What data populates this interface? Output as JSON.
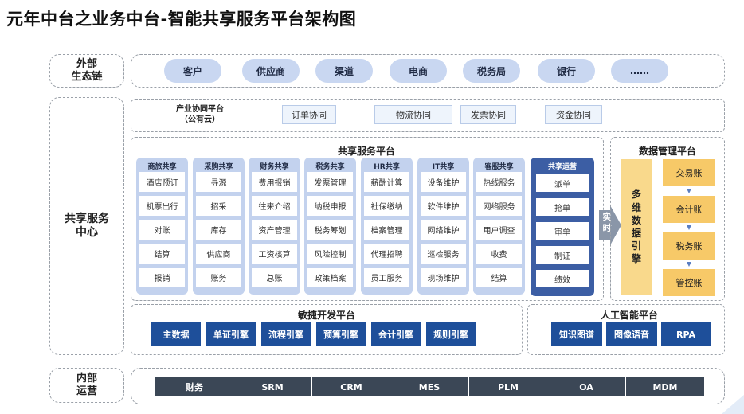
{
  "title": "元年中台之业务中台-智能共享服务平台架构图",
  "ecosystem": {
    "label": "外部\n生态链",
    "items": [
      "客户",
      "供应商",
      "渠道",
      "电商",
      "税务局",
      "银行",
      "……"
    ]
  },
  "center_label": "共享服务\n中心",
  "collab": {
    "label": "产业协同平台\n（公有云）",
    "items": [
      "订单协同",
      "物流协同",
      "发票协同",
      "资金协同"
    ]
  },
  "shared": {
    "title": "共享服务平台",
    "columns": [
      {
        "header": "商旅共享",
        "items": [
          "酒店预订",
          "机票出行",
          "对账",
          "结算",
          "报销"
        ]
      },
      {
        "header": "采购共享",
        "items": [
          "寻源",
          "招采",
          "库存",
          "供应商",
          "账务"
        ]
      },
      {
        "header": "财务共享",
        "items": [
          "费用报销",
          "往来介绍",
          "资产管理",
          "工资核算",
          "总账"
        ]
      },
      {
        "header": "税务共享",
        "items": [
          "发票管理",
          "纳税申报",
          "税务筹划",
          "风险控制",
          "政策档案"
        ]
      },
      {
        "header": "HR共享",
        "items": [
          "薪酬计算",
          "社保缴纳",
          "档案管理",
          "代理招聘",
          "员工服务"
        ]
      },
      {
        "header": "IT共享",
        "items": [
          "设备维护",
          "软件维护",
          "网络维护",
          "巡检服务",
          "现场维护"
        ]
      },
      {
        "header": "客服共享",
        "items": [
          "热线服务",
          "网络服务",
          "用户调查",
          "收费",
          "结算"
        ]
      }
    ],
    "ops": {
      "header": "共享运营",
      "items": [
        "派单",
        "抢单",
        "审单",
        "制证",
        "绩效"
      ]
    },
    "arrow_label": "实时"
  },
  "data_mgmt": {
    "title": "数据管理平台",
    "engine": "多维数据引擎",
    "ledgers": [
      "交易账",
      "会计账",
      "税务账",
      "管控账"
    ]
  },
  "agile": {
    "title": "敏捷开发平台",
    "items": [
      "主数据",
      "单证引擎",
      "流程引擎",
      "预算引擎",
      "会计引擎",
      "规则引擎"
    ]
  },
  "ai": {
    "title": "人工智能平台",
    "items": [
      "知识图谱",
      "图像语音",
      "RPA"
    ]
  },
  "internal": {
    "label": "内部\n运营",
    "items": [
      "财务",
      "SRM",
      "CRM",
      "MES",
      "PLM",
      "OA",
      "MDM"
    ]
  },
  "colors": {
    "pill": "#c9d7f1",
    "column": "#c3d2ee",
    "ops_column": "#3c5ea4",
    "navy_button": "#1e4f9a",
    "dark_button": "#3b4756",
    "ledger": "#f7c968",
    "engine": "#f9d98c"
  }
}
